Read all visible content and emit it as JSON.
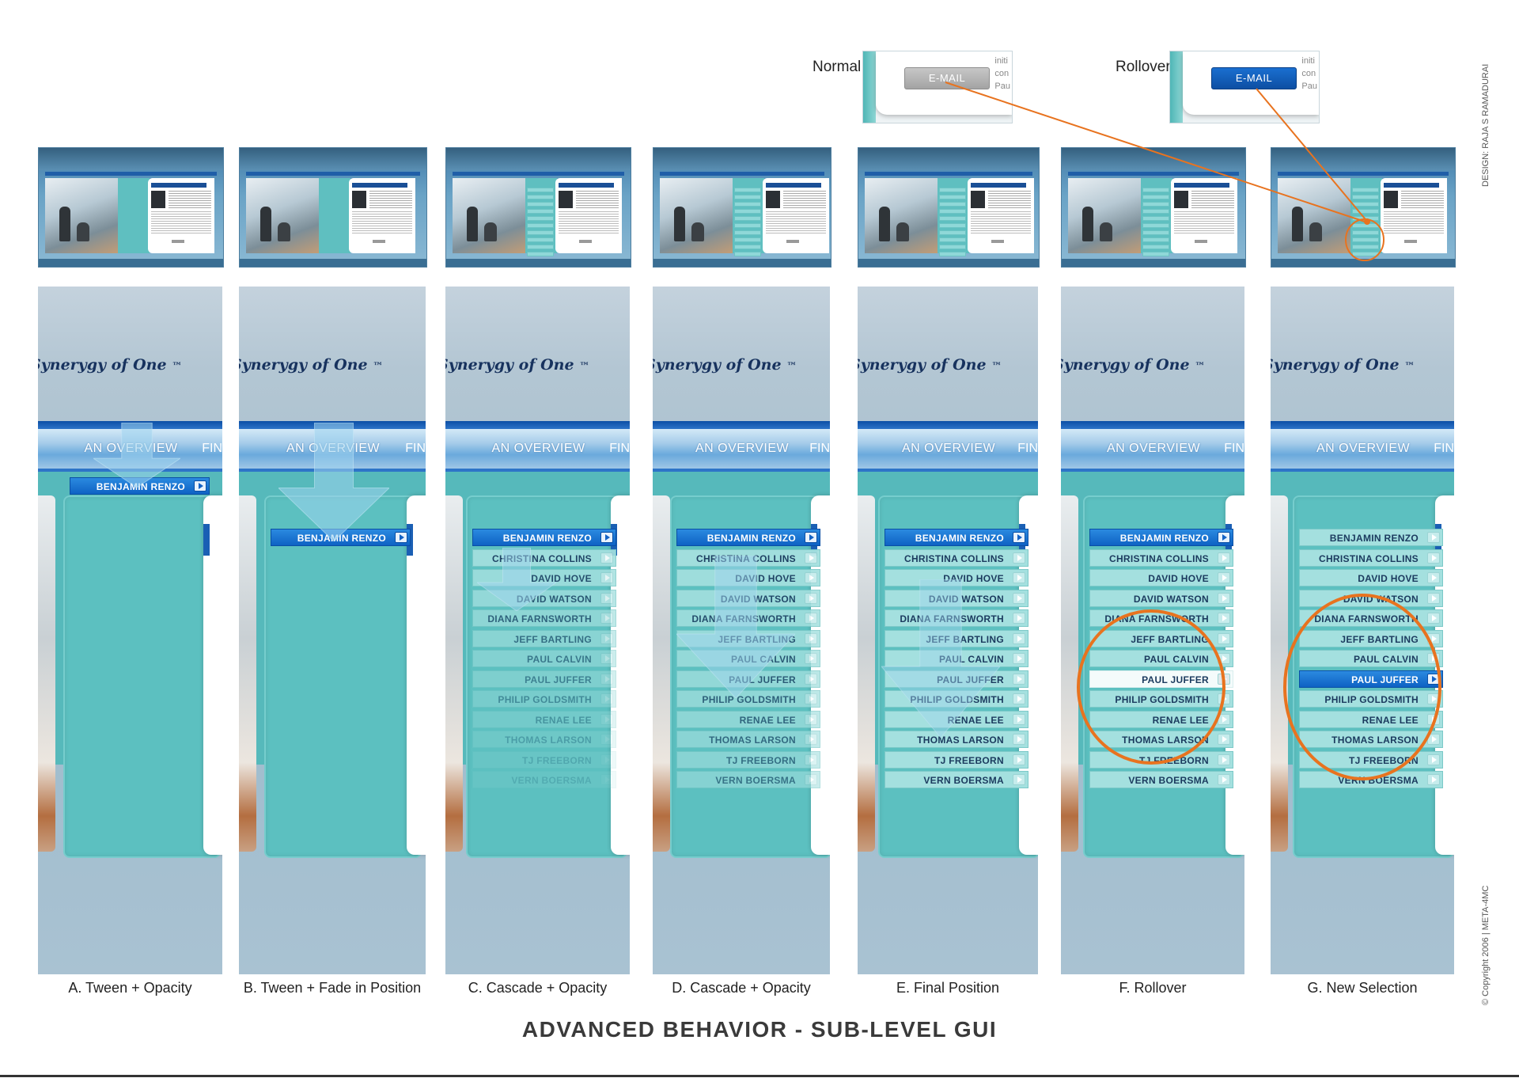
{
  "title": "ADVANCED BEHAVIOR - SUB-LEVEL GUI",
  "credit_design": "DESIGN: RAJA S RAMADURAI",
  "credit_copyright": "© Copyright 2006 | META-4MC",
  "callouts": {
    "normal_label": "Normal",
    "rollover_label": "Rollover",
    "email_button": "E-MAIL",
    "card_text": [
      "initi",
      "con",
      "Pau"
    ]
  },
  "slogan": "Synerygy of One",
  "slogan_tm": "™",
  "nav_overview": "AN OVERVIEW",
  "nav_next": "FIN",
  "names": [
    "BENJAMIN RENZO",
    "CHRISTINA COLLINS",
    "DAVID HOVE",
    "DAVID WATSON",
    "DIANA FARNSWORTH",
    "JEFF BARTLING",
    "PAUL CALVIN",
    "PAUL JUFFER",
    "PHILIP GOLDSMITH",
    "RENAE LEE",
    "THOMAS LARSON",
    "TJ FREEBORN",
    "VERN BOERSMA"
  ],
  "panels": [
    {
      "caption": "A. Tween + Opacity"
    },
    {
      "caption": "B. Tween + Fade in Position"
    },
    {
      "caption": "C. Cascade + Opacity"
    },
    {
      "caption": "D. Cascade + Opacity"
    },
    {
      "caption": "E. Final Position"
    },
    {
      "caption": "F. Rollover"
    },
    {
      "caption": "G. New Selection"
    }
  ],
  "colors": {
    "accent_orange": "#e8731f",
    "selected_blue": "#0e62c4",
    "teal": "#56b9bb"
  }
}
